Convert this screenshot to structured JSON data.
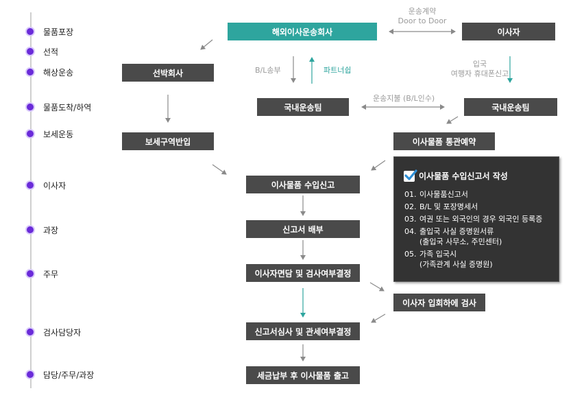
{
  "timeline": [
    {
      "label": "물품포장"
    },
    {
      "label": "선적"
    },
    {
      "label": "해상운송"
    },
    {
      "label": "물품도착/하역"
    },
    {
      "label": "보세운동"
    },
    {
      "label": "이사자"
    },
    {
      "label": "과장"
    },
    {
      "label": "주무"
    },
    {
      "label": "검사담당자"
    },
    {
      "label": "담당/주무/과장"
    }
  ],
  "boxes": {
    "overseas_mover": "해외이사운송회사",
    "mover_person": "이사자",
    "shipping_company": "선박회사",
    "domestic_team_left": "국내운송팀",
    "domestic_team_right": "국내운송팀",
    "bonded_area": "보세구역반입",
    "customs_reservation": "이사물품 통관예약",
    "import_declaration": "이사물품 수입신고",
    "declaration_dist": "신고서 배부",
    "interview": "이사자면담 및 검사여부결정",
    "inspection": "이사자 입회하에 검사",
    "review": "신고서심사 및 관세여부결정",
    "release": "세금납부 후 이사물품 출고"
  },
  "notes": {
    "contract_line1": "운송계약",
    "contract_line2": "Door to Door",
    "bl": "B/L송부",
    "partner": "파트너쉽",
    "entry_line1": "입국",
    "entry_line2": "여행자 휴대폰신고",
    "fee": "운송지불 (B/L인수)"
  },
  "documents": {
    "title": "이사물품 수입신고서 작성",
    "items": [
      {
        "num": "01.",
        "text": "이사물품신고서",
        "sub": ""
      },
      {
        "num": "02.",
        "text": "B/L 및 포장명세서",
        "sub": ""
      },
      {
        "num": "03.",
        "text": "여권 또는 외국인의 경우 외국인 등록증",
        "sub": ""
      },
      {
        "num": "04.",
        "text": "출입국 사실 증명원서류",
        "sub": "(출입국 사무소, 주민센터)"
      },
      {
        "num": "05.",
        "text": "가족 입국시",
        "sub": "(가족관계 사실 증명원)"
      }
    ]
  },
  "colors": {
    "teal": "#2ea59e",
    "box": "#4a4a4a",
    "timeline_dot": "#6a2bd9"
  }
}
